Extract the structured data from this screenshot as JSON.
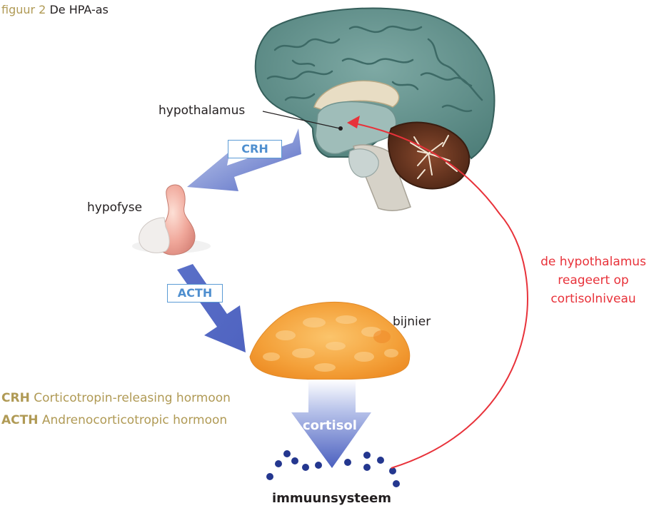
{
  "caption": {
    "figure": "figuur 2",
    "title": "De HPA-as"
  },
  "labels": {
    "hypothalamus": "hypothalamus",
    "hypofyse": "hypofyse",
    "bijnier": "bijnier",
    "crh": "CRH",
    "acth": "ACTH",
    "cortisol": "cortisol",
    "immuunsysteem": "immuunsysteem"
  },
  "feedback": {
    "line1": "de hypothalamus",
    "line2": "reageert op",
    "line3": "cortisolniveau"
  },
  "legend": [
    {
      "abbr": "CRH",
      "text": "Corticotropin-releasing hormoon"
    },
    {
      "abbr": "ACTH",
      "text": "Andrenocorticotropic hormoon"
    }
  ],
  "colors": {
    "arrow": "#5b73c9",
    "feedback": "#e8323a",
    "legend": "#b09a55",
    "box": "#5b9bd5",
    "brain": "#5f8f8a",
    "gland": "#f4a13a",
    "dots": "#24378f"
  }
}
